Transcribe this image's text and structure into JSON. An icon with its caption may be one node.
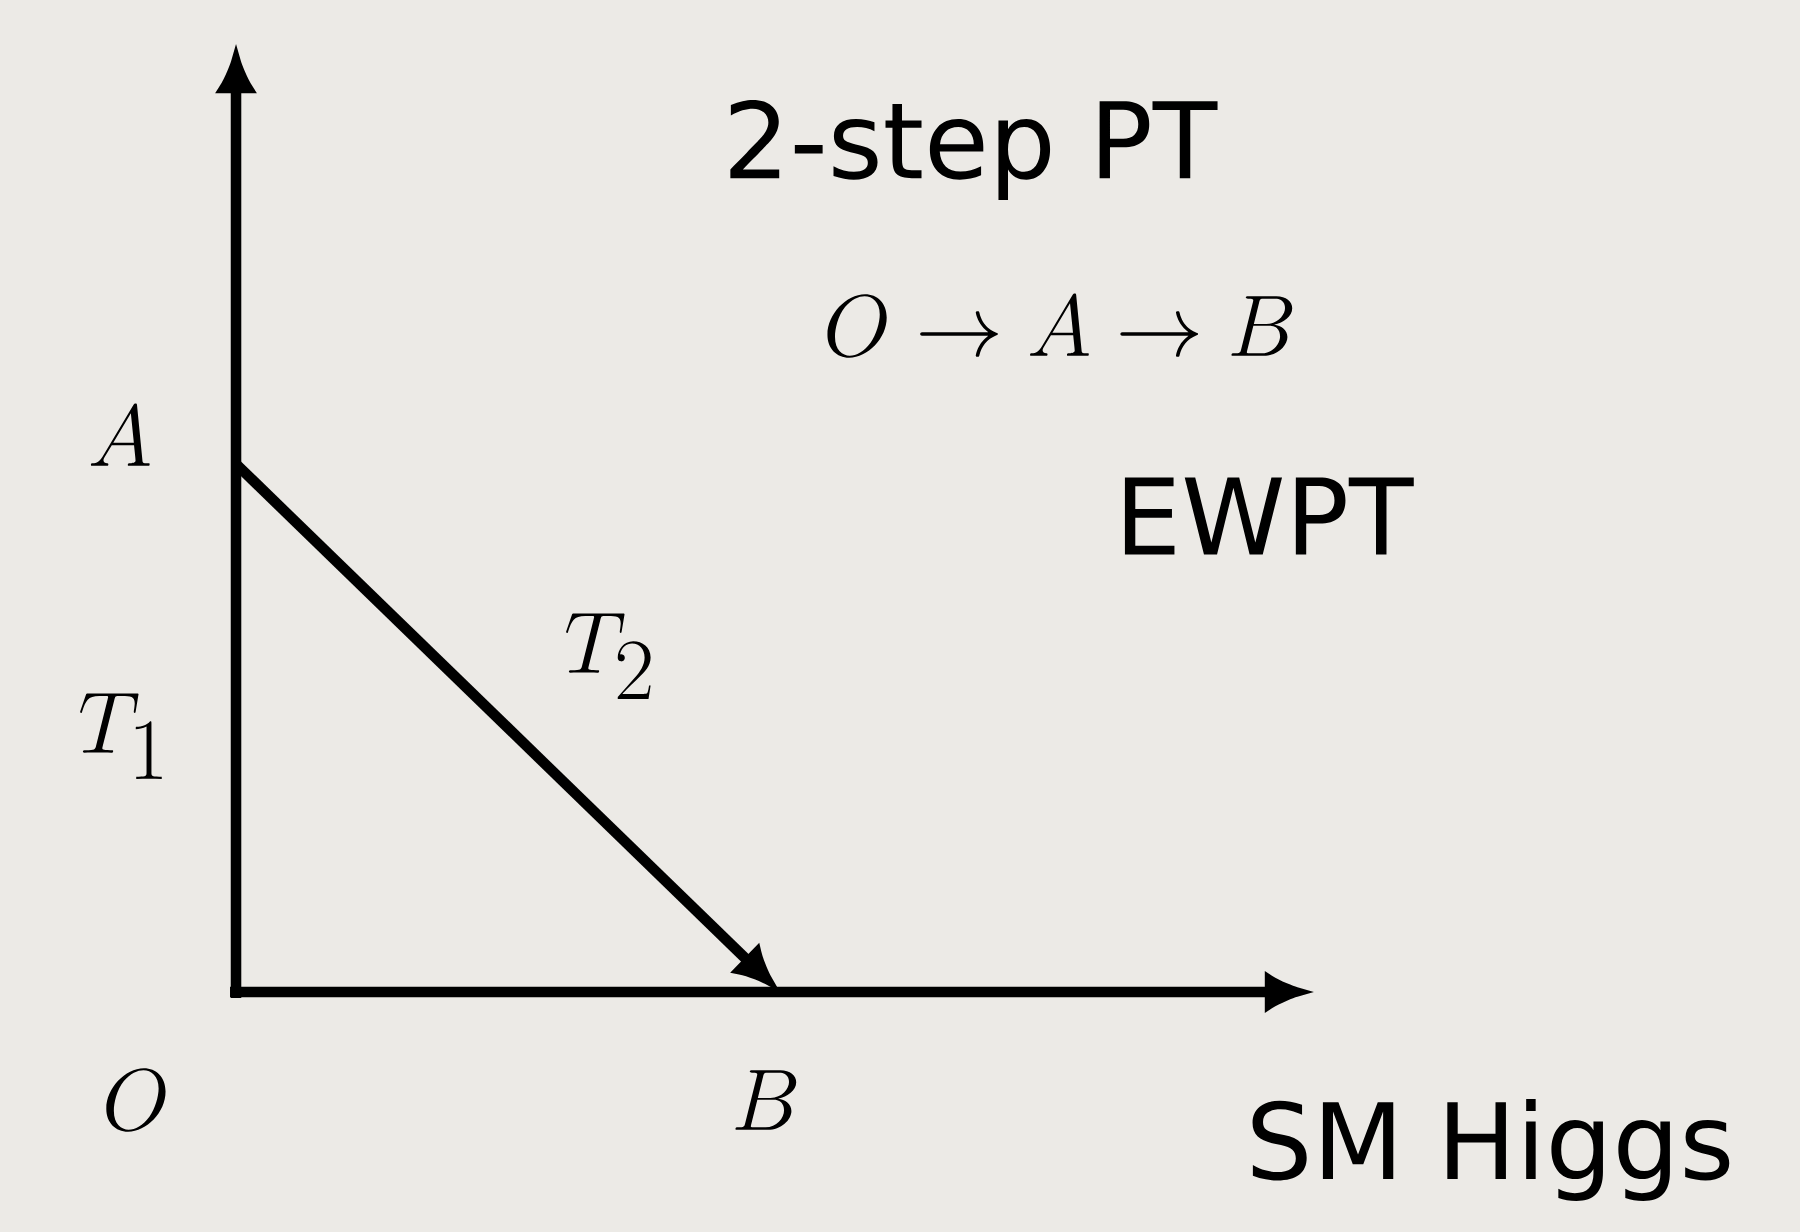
{
  "diagram": {
    "nodes": [
      {
        "text": [
          "A"
        ]
      },
      {
        "text": [
          "O"
        ]
      },
      {
        "text": [
          "B"
        ]
      }
    ],
    "edges": [
      {
        "from": 0,
        "to": 2,
        "arrow": "to",
        "label": "T_2"
      }
    ],
    "labels": [
      "2-step PT",
      "O \\to A \\to B",
      "EWPT",
      "T_1",
      "SM Higgs"
    ]
  }
}
